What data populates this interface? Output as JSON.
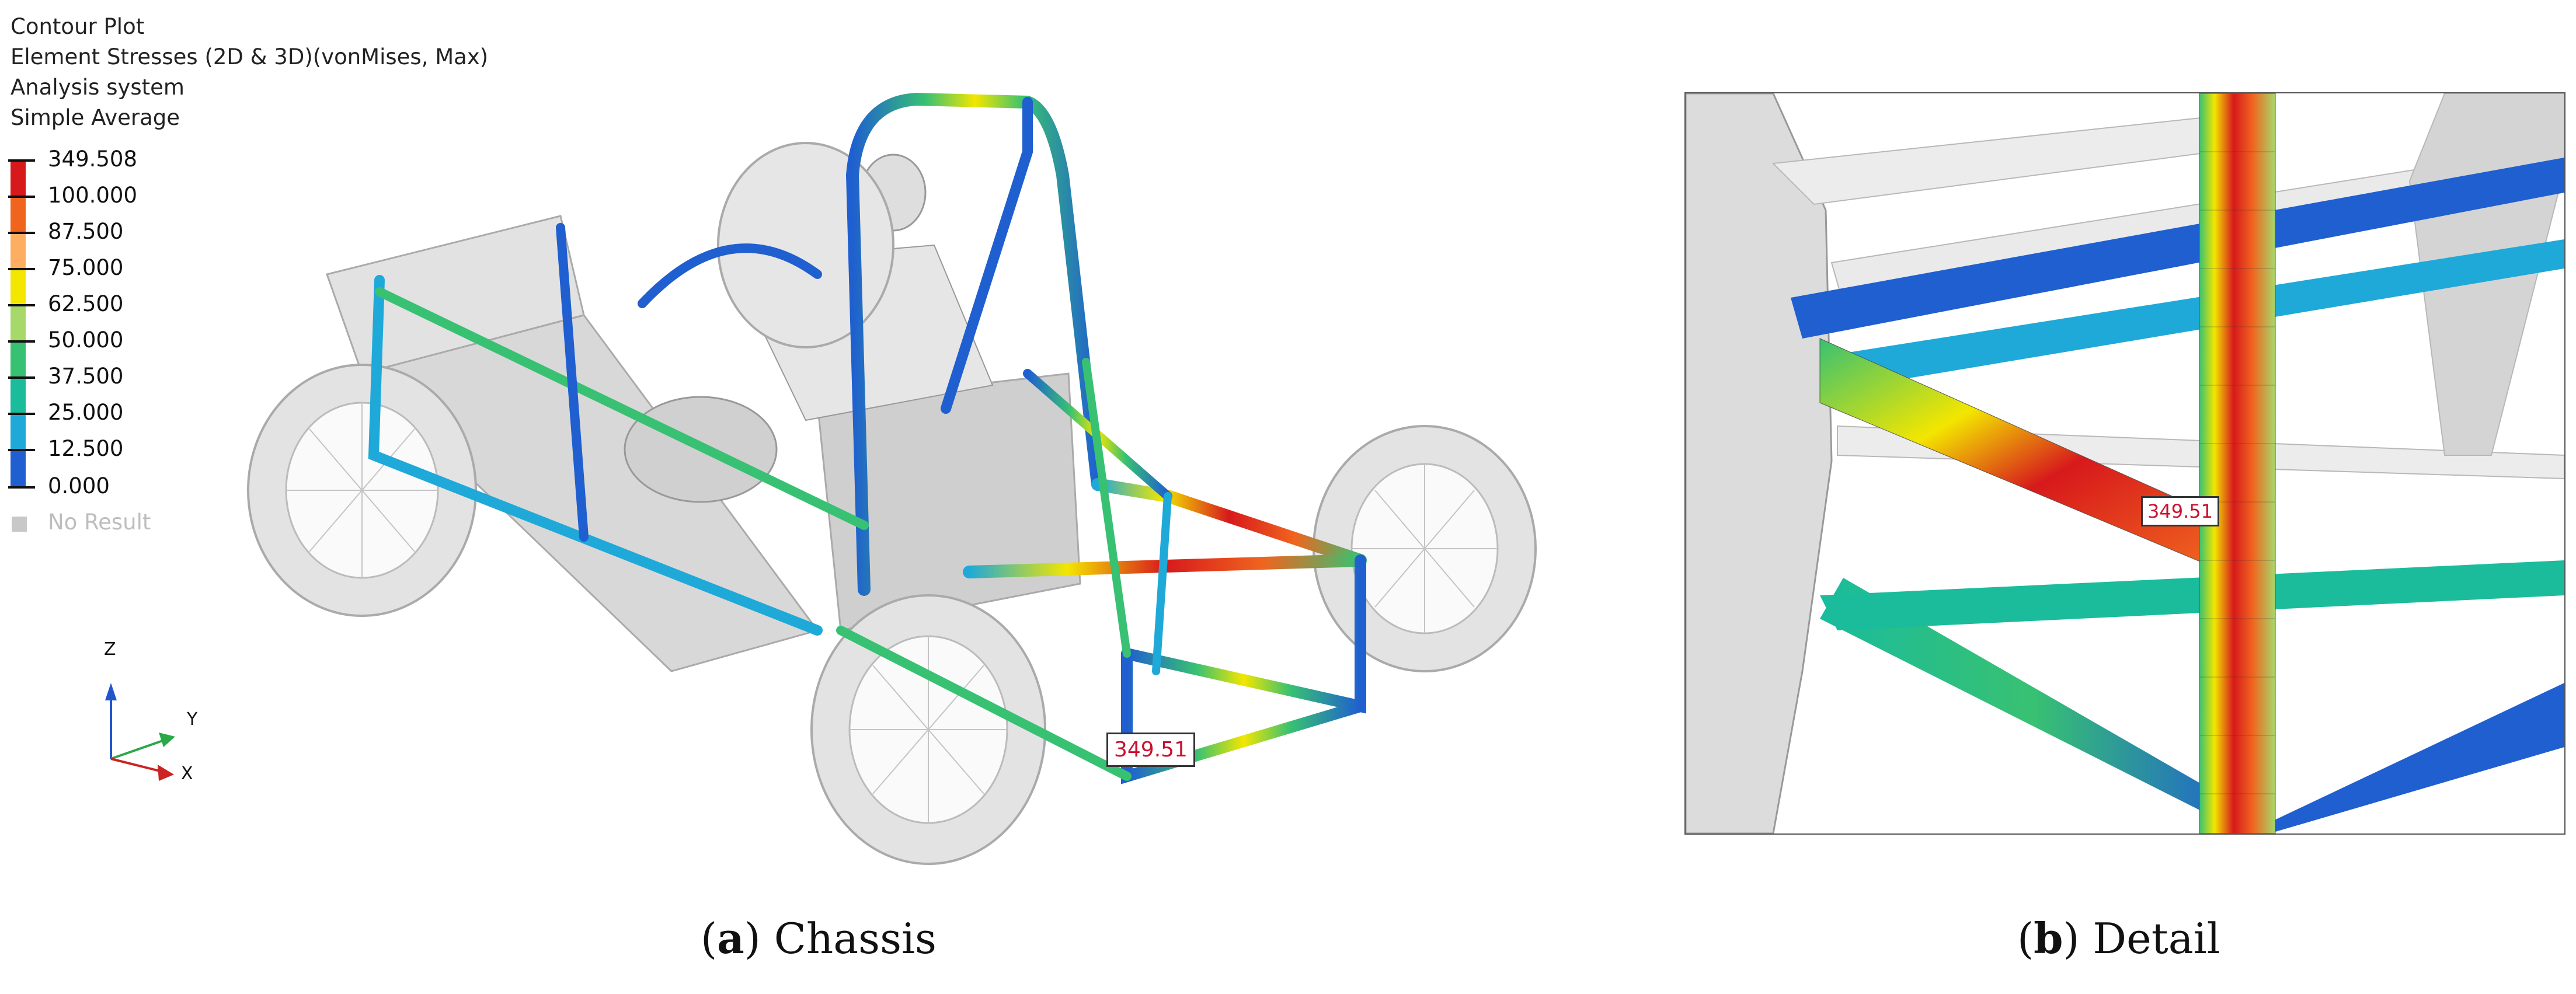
{
  "header": {
    "line1": "Contour Plot",
    "line2": "Element Stresses (2D & 3D)(vonMises, Max)",
    "line3": "Analysis system",
    "line4": "Simple Average"
  },
  "legend": {
    "values": [
      "349.508",
      "100.000",
      "87.500",
      "75.000",
      "62.500",
      "50.000",
      "37.500",
      "25.000",
      "12.500",
      "0.000"
    ],
    "no_result": "No Result",
    "colors": [
      "#d7191c",
      "#f0641e",
      "#fdae61",
      "#f3e600",
      "#a6d96a",
      "#38c172",
      "#1abc9c",
      "#1fa9d8",
      "#1f5fd0"
    ]
  },
  "triad": {
    "z": "Z",
    "y": "Y",
    "x": "X"
  },
  "panel_a": {
    "max_label": "349.51"
  },
  "panel_b": {
    "max_label": "349.51"
  },
  "captions": {
    "a_letter": "a",
    "a_text": "Chassis",
    "b_letter": "b",
    "b_text": "Detail"
  }
}
